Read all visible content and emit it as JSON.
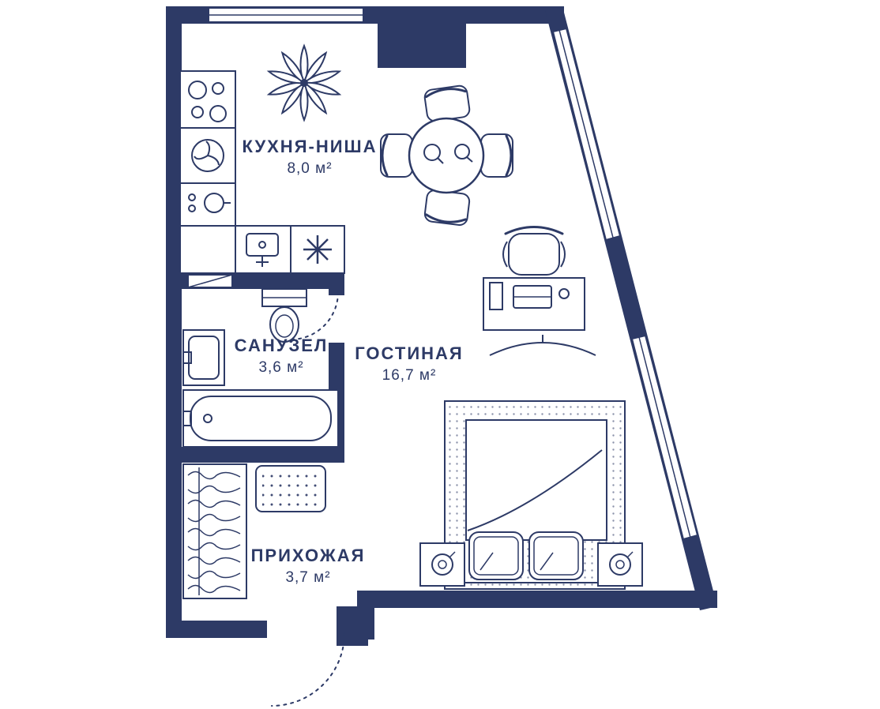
{
  "plan": {
    "title": "studio-apartment-floor-plan",
    "colors": {
      "wall": "#2d3a66",
      "background": "#ffffff"
    },
    "rooms": [
      {
        "name": "КУХНЯ-НИША",
        "area": "8,0 м²"
      },
      {
        "name": "САНУЗЕЛ",
        "area": "3,6 м²"
      },
      {
        "name": "ГОСТИНАЯ",
        "area": "16,7 м²"
      },
      {
        "name": "ПРИХОЖАЯ",
        "area": "3,7 м²"
      }
    ],
    "icons": [
      "plant-icon",
      "cooktop-icon",
      "kitchen-fan-icon",
      "kitchen-oven-icon",
      "counter-sink-icon",
      "stove-asterisk-icon",
      "dining-table-icon",
      "dining-chair-icon",
      "desk-icon",
      "office-chair-icon",
      "decor-arc-icon",
      "toilet-icon",
      "washbasin-icon",
      "bathtub-icon",
      "vent-hatch-icon",
      "bed-icon",
      "pillow-icon",
      "nightstand-lamp-icon",
      "wardrobe-hangers-icon",
      "doormat-icon",
      "window",
      "entry-door-swing",
      "bathroom-door-swing"
    ]
  }
}
